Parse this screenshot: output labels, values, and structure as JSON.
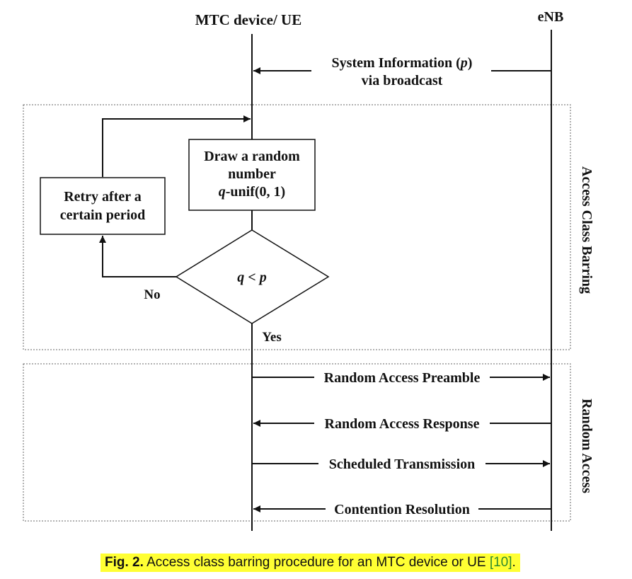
{
  "lifelines": {
    "ue_label": "MTC device/ UE",
    "enb_label": "eNB"
  },
  "broadcast": {
    "line1_prefix": "System Information (",
    "line1_var": "p",
    "line1_suffix": ")",
    "line2": "via broadcast"
  },
  "sections": {
    "acb_label": "Access Class Barring",
    "ra_label": "Random Access"
  },
  "flowchart": {
    "draw_box": {
      "line1": "Draw a random",
      "line2": "number",
      "line3_var": "q",
      "line3_rest": "-unif(0, 1)"
    },
    "retry_box": {
      "line1": "Retry after a",
      "line2": "certain period"
    },
    "decision": {
      "var_q": "q",
      "op": " < ",
      "var_p": "p"
    },
    "no_label": "No",
    "yes_label": "Yes"
  },
  "messages": [
    {
      "label": "Random Access Preamble",
      "direction": "to-enb"
    },
    {
      "label": "Random Access Response",
      "direction": "to-ue"
    },
    {
      "label": "Scheduled Transmission",
      "direction": "to-enb"
    },
    {
      "label": "Contention Resolution",
      "direction": "to-ue"
    }
  ],
  "caption": {
    "fig": "Fig. 2.",
    "text": " Access class barring procedure for an MTC device or UE ",
    "ref": "[10]",
    "end": "."
  }
}
